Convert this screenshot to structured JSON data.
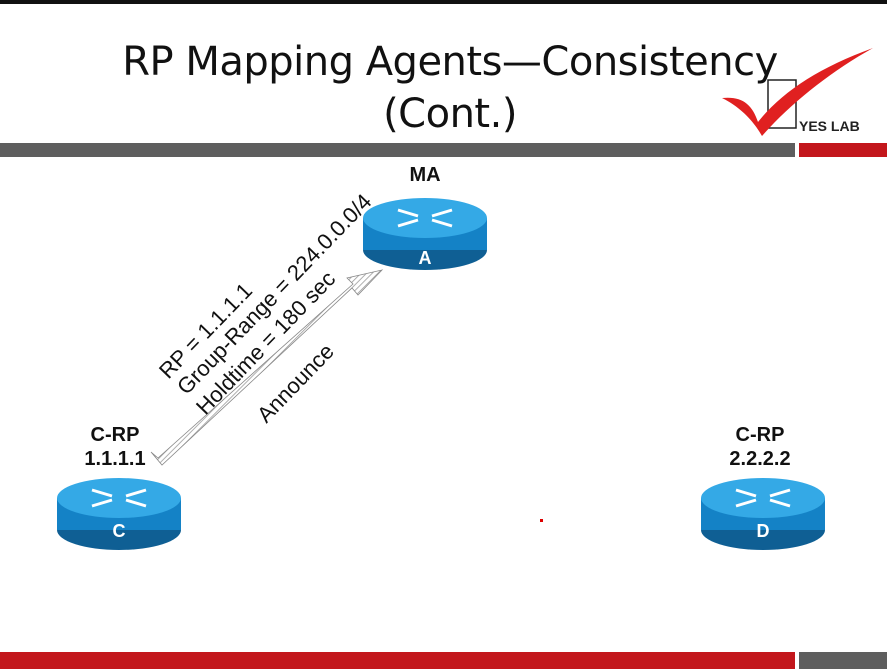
{
  "slide": {
    "title_line1": "RP Mapping Agents—Consistency",
    "title_line2": "(Cont.)"
  },
  "logo": {
    "text": "YES LAB"
  },
  "routers": [
    {
      "id": "A",
      "label": "MA",
      "sublabel": ""
    },
    {
      "id": "C",
      "label": "C-RP",
      "sublabel": "1.1.1.1"
    },
    {
      "id": "D",
      "label": "C-RP",
      "sublabel": "2.2.2.2"
    }
  ],
  "announce": {
    "line1": "RP = 1.1.1.1",
    "line2": "Group-Range = 224.0.0.0/4",
    "line3": "Holdtime = 180 sec",
    "arrow_label": "Announce"
  },
  "colors": {
    "band_gray": "#5e5e5e",
    "band_red": "#c3171c",
    "router_blue": "#1e8fd3",
    "check_red": "#e02020"
  }
}
